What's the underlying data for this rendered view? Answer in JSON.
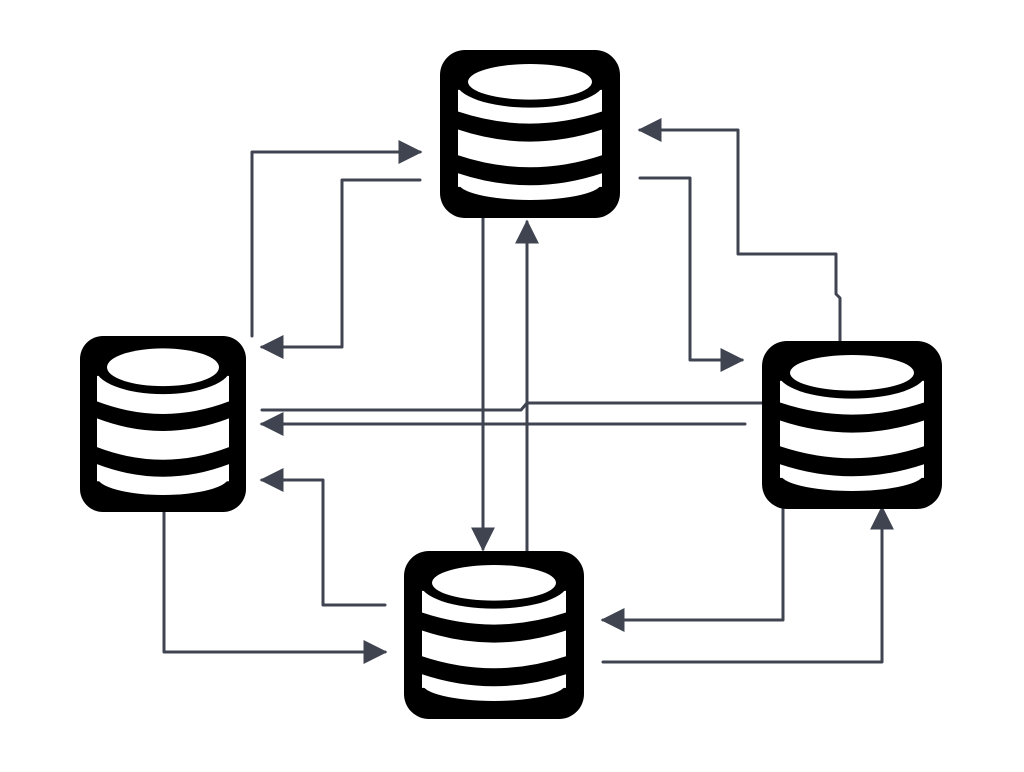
{
  "diagram": {
    "description_visible_text": "",
    "node_icon": "database-icon",
    "colors": {
      "node_fill": "#000000",
      "node_band": "#ffffff",
      "connector": "#3f4450",
      "background": "#ffffff"
    },
    "nodes": [
      {
        "id": "top",
        "icon": "database-icon"
      },
      {
        "id": "left",
        "icon": "database-icon"
      },
      {
        "id": "right",
        "icon": "database-icon"
      },
      {
        "id": "bottom",
        "icon": "database-icon"
      }
    ],
    "connections": [
      {
        "from": "left",
        "to": "top"
      },
      {
        "from": "top",
        "to": "left"
      },
      {
        "from": "top",
        "to": "right"
      },
      {
        "from": "right",
        "to": "top"
      },
      {
        "from": "top",
        "to": "bottom"
      },
      {
        "from": "bottom",
        "to": "top"
      },
      {
        "from": "left",
        "to": "right"
      },
      {
        "from": "right",
        "to": "left"
      },
      {
        "from": "left",
        "to": "bottom"
      },
      {
        "from": "bottom",
        "to": "left"
      },
      {
        "from": "right",
        "to": "bottom"
      },
      {
        "from": "bottom",
        "to": "right"
      }
    ]
  }
}
